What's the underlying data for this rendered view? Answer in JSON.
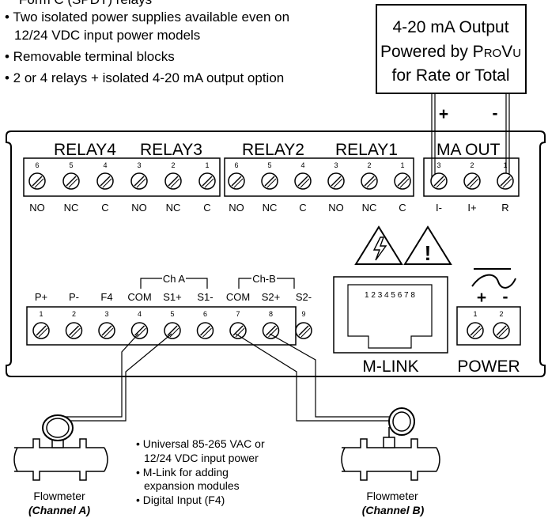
{
  "features_top": [
    "Form C (SPDT) relays",
    "• Two isolated power supplies available even on",
    "12/24 VDC input power models",
    "• Removable terminal blocks",
    "• 2 or 4 relays + isolated 4-20 mA output option"
  ],
  "output_box": {
    "line1": "4-20 mA Output",
    "line2_prefix": "Powered by ",
    "brand_p": "P",
    "brand_ro": "RO",
    "brand_v": "V",
    "brand_u": "U",
    "line3": "for Rate or Total",
    "plus": "+",
    "minus": "-"
  },
  "relay_labels": [
    "RELAY4",
    "RELAY3",
    "RELAY2",
    "RELAY1"
  ],
  "ma_out_label": "MA OUT",
  "relay_block_a": {
    "pin_numbers": [
      "6",
      "5",
      "4",
      "3",
      "2",
      "1"
    ],
    "pin_labels": [
      "NO",
      "NC",
      "C",
      "NO",
      "NC",
      "C"
    ]
  },
  "relay_block_b": {
    "pin_numbers": [
      "6",
      "5",
      "4",
      "3",
      "2",
      "1"
    ],
    "pin_labels": [
      "NO",
      "NC",
      "C",
      "NO",
      "NC",
      "C"
    ]
  },
  "ma_block": {
    "pin_numbers": [
      "3",
      "2",
      "1"
    ],
    "pin_labels": [
      "I-",
      "I+",
      "R"
    ]
  },
  "input_block": {
    "pin_numbers": [
      "1",
      "2",
      "3",
      "4",
      "5",
      "6",
      "7",
      "8",
      "9"
    ],
    "pin_labels": [
      "P+",
      "P-",
      "F4",
      "COM",
      "S1+",
      "S1-",
      "COM",
      "S2+",
      "S2-"
    ],
    "group_a": "Ch A",
    "group_b": "Ch-B"
  },
  "mlink": {
    "pins": "1 2 3 4 5 6 7 8",
    "label": "M-LINK",
    "warning_mark": "!"
  },
  "power": {
    "plus": "+",
    "minus": "-",
    "pin_numbers": [
      "1",
      "2"
    ],
    "label": "POWER"
  },
  "features_bottom": [
    "• Universal 85-265 VAC or",
    "12/24 VDC input power",
    "• M-Link for adding",
    "expansion modules",
    "• Digital Input (F4)"
  ],
  "flowmeter_a": {
    "label": "Flowmeter",
    "channel": "(Channel A)"
  },
  "flowmeter_b": {
    "label": "Flowmeter",
    "channel": "(Channel B)"
  }
}
